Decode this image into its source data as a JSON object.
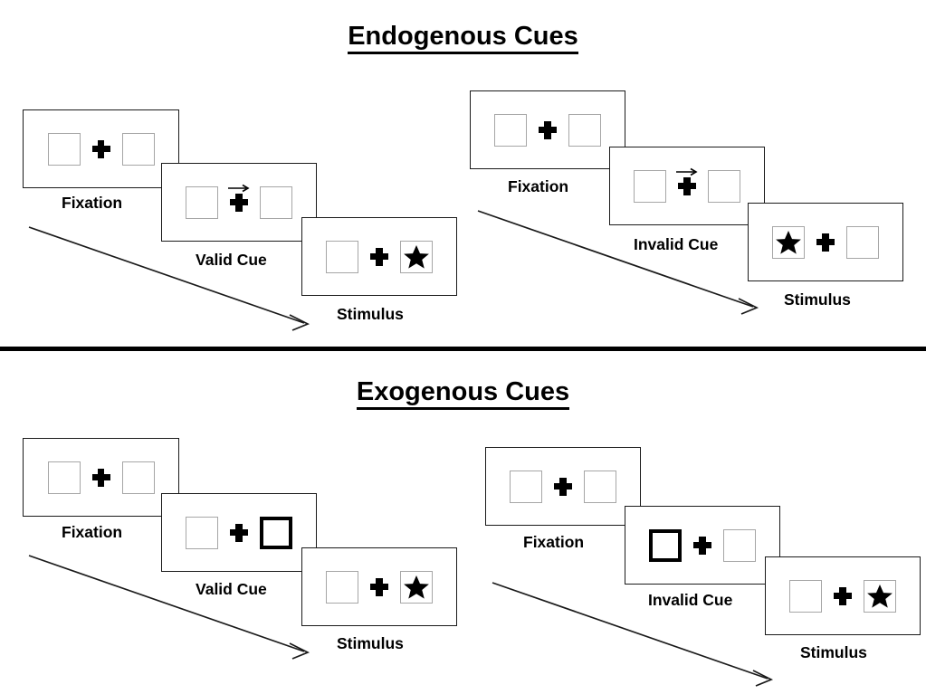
{
  "figure": {
    "title_endogenous": "Endogenous Cues",
    "title_exogenous": "Exogenous Cues",
    "divider_color": "#000000",
    "box_border_color": "#a6a6a6",
    "highlight_border_color": "#000000",
    "panel_border_color": "#1a1a1a"
  },
  "labels": {
    "fixation": "Fixation",
    "valid_cue": "Valid Cue",
    "invalid_cue": "Invalid Cue",
    "stimulus": "Stimulus"
  },
  "sections": [
    {
      "id": "endogenous",
      "title": "Endogenous Cues",
      "cue_type": "arrow",
      "groups": [
        {
          "id": "endogenous-valid",
          "condition": "Valid Cue",
          "panels": [
            {
              "id": "endo-valid-fixation",
              "caption": "Fixation",
              "left_box": "empty",
              "right_box": "empty",
              "center": "plus",
              "cue": "none"
            },
            {
              "id": "endo-valid-cue",
              "caption": "Valid Cue",
              "left_box": "empty",
              "right_box": "empty",
              "center": "plus",
              "cue": "arrow-right"
            },
            {
              "id": "endo-valid-stimulus",
              "caption": "Stimulus",
              "left_box": "empty",
              "right_box": "star",
              "center": "plus",
              "cue": "none"
            }
          ]
        },
        {
          "id": "endogenous-invalid",
          "condition": "Invalid Cue",
          "panels": [
            {
              "id": "endo-invalid-fixation",
              "caption": "Fixation",
              "left_box": "empty",
              "right_box": "empty",
              "center": "plus",
              "cue": "none"
            },
            {
              "id": "endo-invalid-cue",
              "caption": "Invalid Cue",
              "left_box": "empty",
              "right_box": "empty",
              "center": "plus",
              "cue": "arrow-right"
            },
            {
              "id": "endo-invalid-stimulus",
              "caption": "Stimulus",
              "left_box": "star",
              "right_box": "empty",
              "center": "plus",
              "cue": "none"
            }
          ]
        }
      ]
    },
    {
      "id": "exogenous",
      "title": "Exogenous Cues",
      "cue_type": "box-flash",
      "groups": [
        {
          "id": "exogenous-valid",
          "condition": "Valid Cue",
          "panels": [
            {
              "id": "exo-valid-fixation",
              "caption": "Fixation",
              "left_box": "empty",
              "right_box": "empty",
              "center": "plus",
              "cue": "none"
            },
            {
              "id": "exo-valid-cue",
              "caption": "Valid Cue",
              "left_box": "empty",
              "right_box": "highlight",
              "center": "plus",
              "cue": "box-right"
            },
            {
              "id": "exo-valid-stimulus",
              "caption": "Stimulus",
              "left_box": "empty",
              "right_box": "star",
              "center": "plus",
              "cue": "none"
            }
          ]
        },
        {
          "id": "exogenous-invalid",
          "condition": "Invalid Cue",
          "panels": [
            {
              "id": "exo-invalid-fixation",
              "caption": "Fixation",
              "left_box": "empty",
              "right_box": "empty",
              "center": "plus",
              "cue": "none"
            },
            {
              "id": "exo-invalid-cue",
              "caption": "Invalid Cue",
              "left_box": "highlight",
              "right_box": "empty",
              "center": "plus",
              "cue": "box-left"
            },
            {
              "id": "exo-invalid-stimulus",
              "caption": "Stimulus",
              "left_box": "empty",
              "right_box": "star",
              "center": "plus",
              "cue": "none"
            }
          ]
        }
      ]
    }
  ]
}
